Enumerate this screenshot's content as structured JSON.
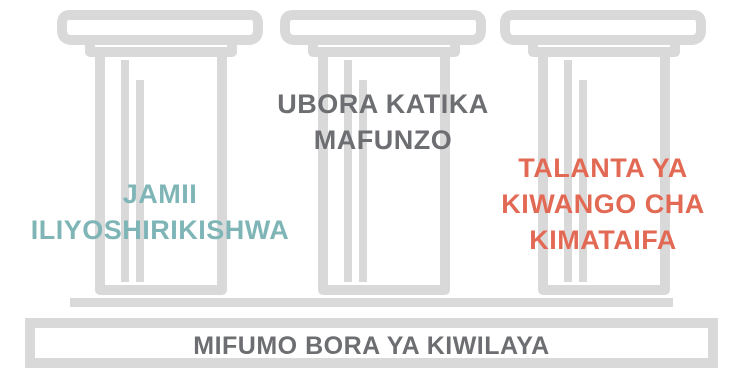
{
  "pillars": [
    {
      "lines": [
        "JAMII",
        "ILIYOSHIRIKISHWA"
      ],
      "color": "#7fb5b6"
    },
    {
      "lines": [
        "UBORA KATIKA",
        "MAFUNZO"
      ],
      "color": "#6d6e71"
    },
    {
      "lines": [
        "TALANTA YA",
        "KIWANGO CHA",
        "KIMATAIFA"
      ],
      "color": "#e26a55"
    }
  ],
  "base": {
    "label": "MIFUMO BORA YA KIWILAYA"
  },
  "colors": {
    "structure": "#d9d9da"
  }
}
